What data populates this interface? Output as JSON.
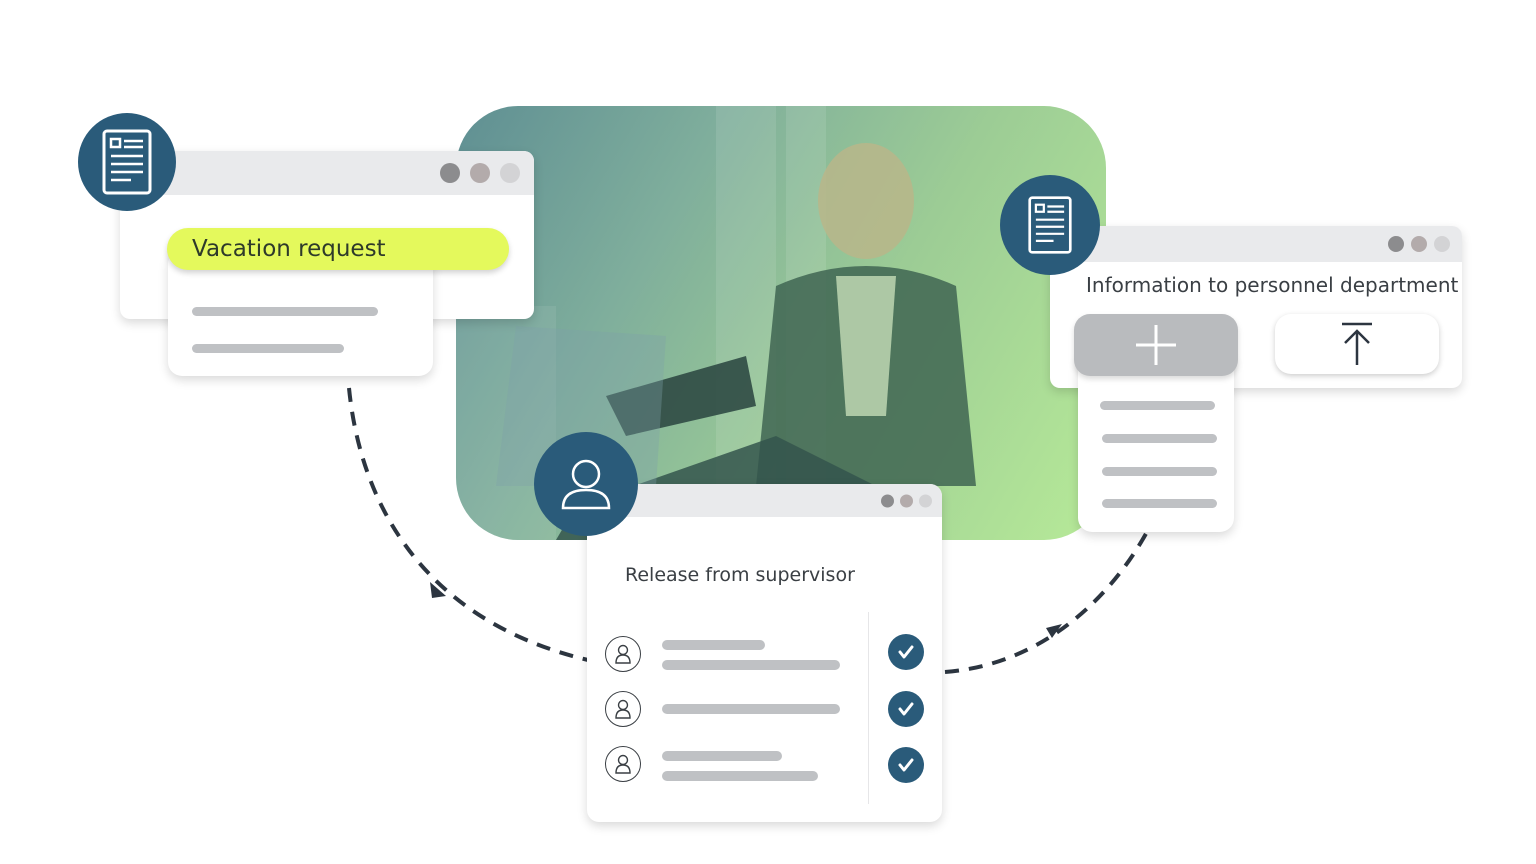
{
  "vacation_window": {
    "title_button": "Vacation request",
    "accent_color": "#e4f95c"
  },
  "supervisor_window": {
    "title": "Release from supervisor",
    "rows": [
      {
        "status": "approved"
      },
      {
        "status": "approved"
      },
      {
        "status": "approved"
      }
    ]
  },
  "personnel_window": {
    "title": "Information to personnel department",
    "buttons": [
      {
        "icon": "plus-icon"
      },
      {
        "icon": "upload-icon"
      }
    ]
  },
  "colors": {
    "badge": "#2a5b7a",
    "placeholder_line": "#bfc1c4",
    "arrow": "#2c3540"
  }
}
